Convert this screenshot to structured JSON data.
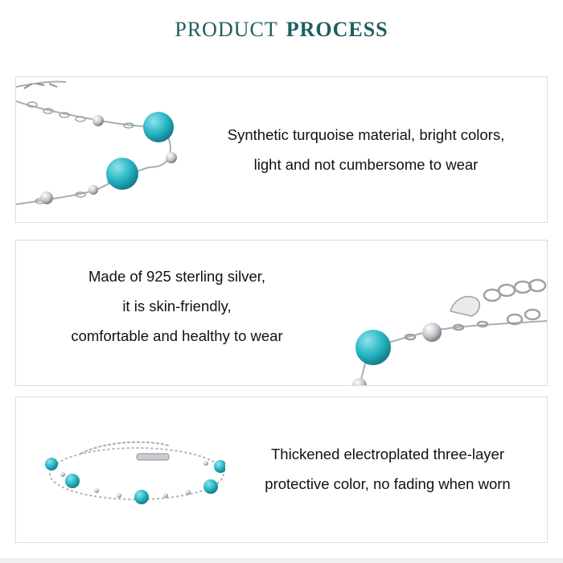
{
  "header": {
    "title_light": "PRODUCT",
    "title_bold": "PROCESS"
  },
  "panels": [
    {
      "lines": [
        "Synthetic turquoise material, bright colors,",
        "light and not cumbersome to wear"
      ]
    },
    {
      "lines": [
        "Made of 925 sterling silver,",
        "it is skin-friendly,",
        "comfortable and healthy to wear"
      ]
    },
    {
      "lines": [
        "Thickened electroplated three-layer",
        "protective color, no fading when worn"
      ]
    }
  ],
  "colors": {
    "title": "#1f5e5e",
    "turquoise": "#27b5c4",
    "silver": "#b9bcc0",
    "border": "#dcdcdc"
  }
}
